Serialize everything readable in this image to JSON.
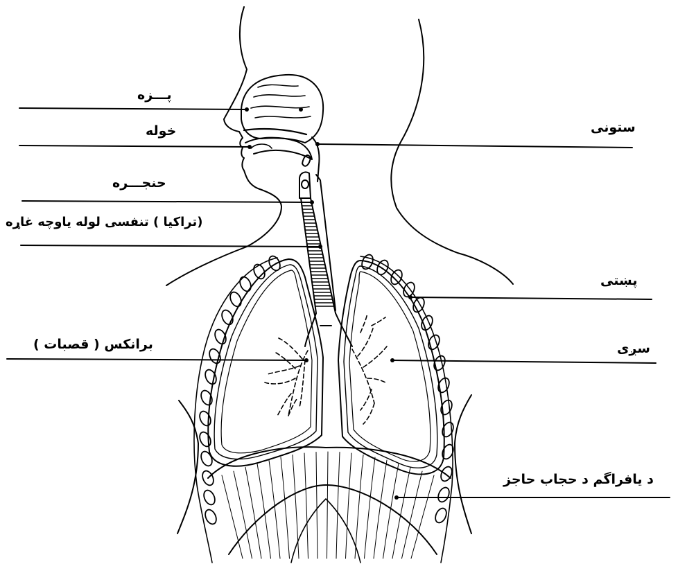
{
  "labels": {
    "nose": "پـــزه",
    "mouth": "خوله",
    "larynx": "حنجـــره",
    "trachea": "(تراکیا ) تنفسی لوله یاوچه غاړه",
    "bronchi": "برانکس ( قصبات )",
    "pharynx": "ستونی",
    "ribs": "پښتی",
    "lung": "سږی",
    "diaphragm": "د یافراگم د حجاب حاجز"
  },
  "colors": {
    "ink": "#000000",
    "background": "#ffffff"
  }
}
